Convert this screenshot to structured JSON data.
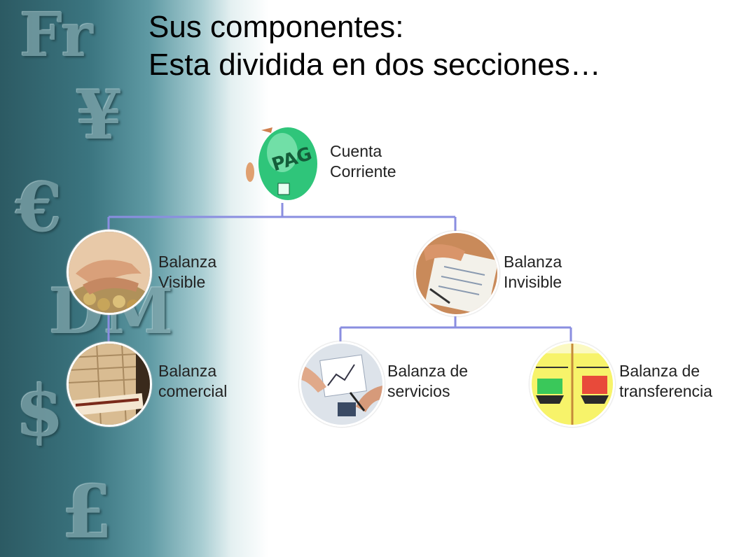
{
  "title": {
    "line1": "Sus componentes:",
    "line2": "Esta dividida en dos secciones…"
  },
  "background_symbols": [
    "Fr",
    "¥",
    "€",
    "DM",
    "$",
    "£"
  ],
  "colors": {
    "connector": "#8a8ee0",
    "text": "#222222"
  },
  "nodes": {
    "root": {
      "line1": "Cuenta",
      "line2": "Corriente",
      "icon": "pago-egg-icon"
    },
    "visible": {
      "line1": "Balanza",
      "line2": "Visible",
      "icon": "hands-coins-icon"
    },
    "invisible": {
      "line1": "Balanza",
      "line2": "Invisible",
      "icon": "document-signing-icon"
    },
    "comercial": {
      "line1": "Balanza",
      "line2": "comercial",
      "icon": "balanza-comercial-paper-icon"
    },
    "servicios": {
      "line1": "Balanza de",
      "line2": "servicios",
      "icon": "business-hands-icon"
    },
    "transferencia": {
      "line1": "Balanza de",
      "line2": "transferencia",
      "icon": "scales-chart-icon"
    }
  }
}
